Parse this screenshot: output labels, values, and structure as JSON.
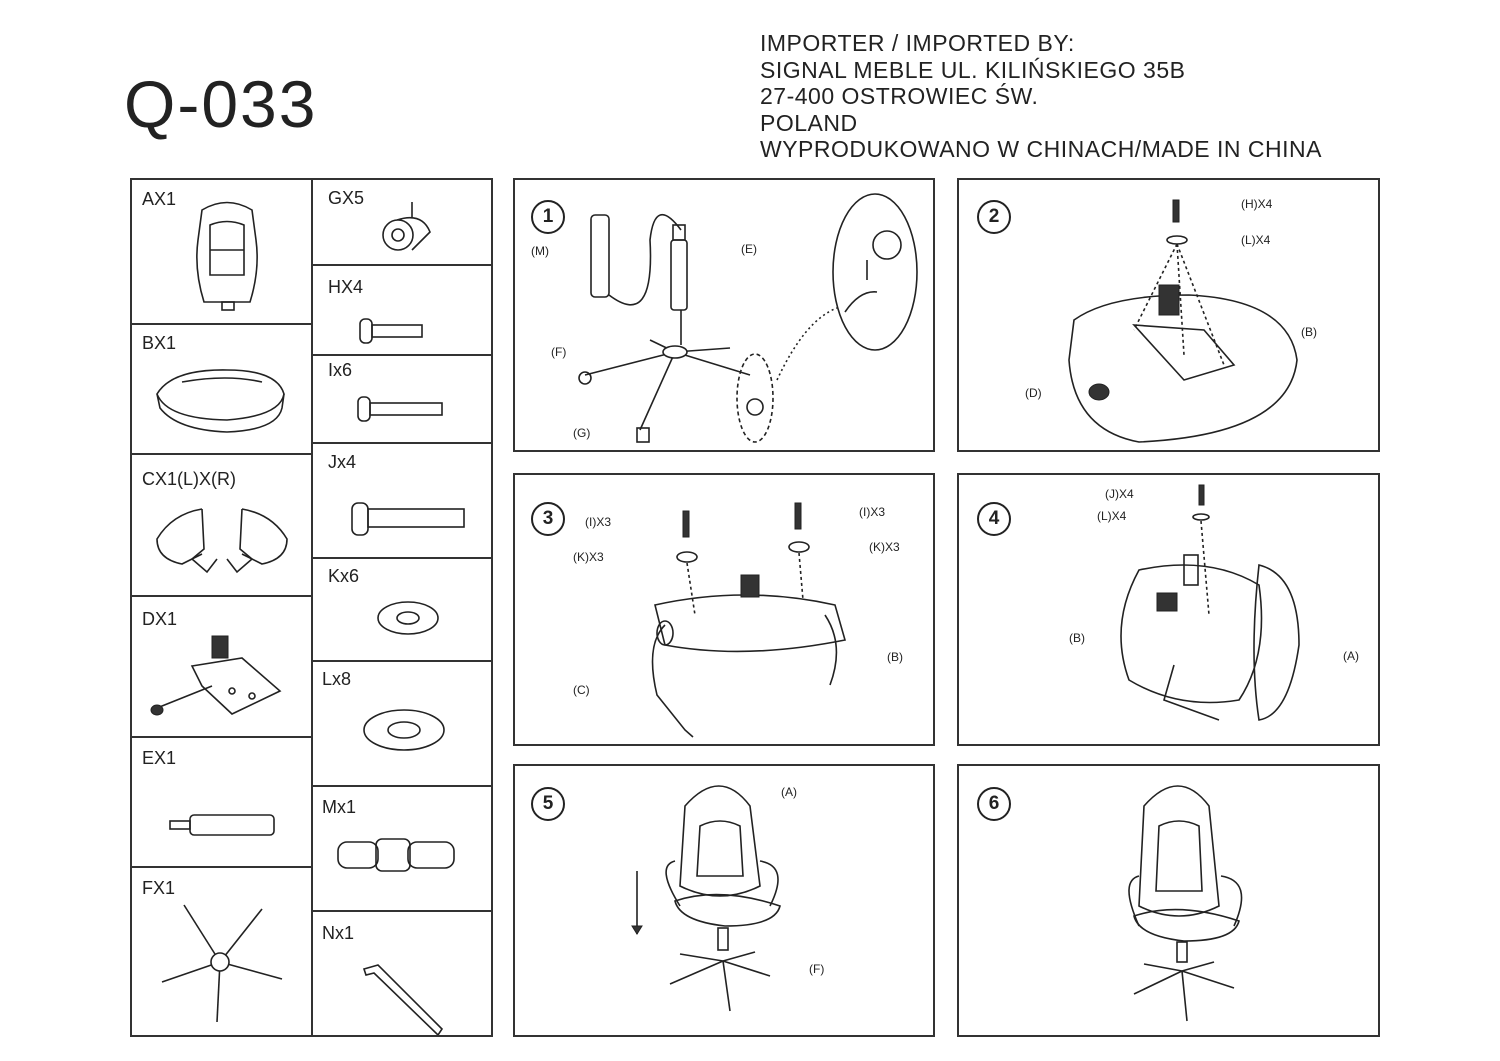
{
  "header": {
    "model": "Q-033",
    "importer_lines": [
      "IMPORTER / IMPORTED BY:",
      "SIGNAL MEBLE  UL. KILIŃSKIEGO 35B",
      "27-400 OSTROWIEC ŚW.",
      "POLAND",
      "WYPRODUKOWANO W CHINACH/MADE IN CHINA"
    ]
  },
  "parts_left": [
    {
      "label": "AX1",
      "icon": "backrest-icon"
    },
    {
      "label": "BX1",
      "icon": "seat-cushion-icon"
    },
    {
      "label": "CX1(L)X(R)",
      "icon": "armrests-icon"
    },
    {
      "label": "DX1",
      "icon": "tilt-mechanism-icon"
    },
    {
      "label": "EX1",
      "icon": "gas-lift-icon"
    },
    {
      "label": "FX1",
      "icon": "star-base-icon"
    }
  ],
  "parts_right": [
    {
      "label": "GX5",
      "icon": "caster-icon"
    },
    {
      "label": "HX4",
      "icon": "bolt-short-icon"
    },
    {
      "label": "Ix6",
      "icon": "bolt-medium-icon"
    },
    {
      "label": "Jx4",
      "icon": "bolt-long-icon"
    },
    {
      "label": "Kx6",
      "icon": "washer-small-icon"
    },
    {
      "label": "Lx8",
      "icon": "washer-large-icon"
    },
    {
      "label": "Mx1",
      "icon": "gas-lift-cover-icon"
    },
    {
      "label": "Nx1",
      "icon": "allen-key-icon"
    }
  ],
  "steps": [
    {
      "num": "1",
      "callouts": [
        "(M)",
        "(E)",
        "(F)",
        "(G)"
      ]
    },
    {
      "num": "2",
      "callouts": [
        "(H)X4",
        "(L)X4",
        "(B)",
        "(D)"
      ]
    },
    {
      "num": "3",
      "callouts": [
        "(I)X3",
        "(K)X3",
        "(I)X3",
        "(K)X3",
        "(B)",
        "(C)"
      ]
    },
    {
      "num": "4",
      "callouts": [
        "(J)X4",
        "(L)X4",
        "(B)",
        "(A)"
      ]
    },
    {
      "num": "5",
      "callouts": [
        "(A)",
        "(F)"
      ]
    },
    {
      "num": "6",
      "callouts": []
    }
  ]
}
